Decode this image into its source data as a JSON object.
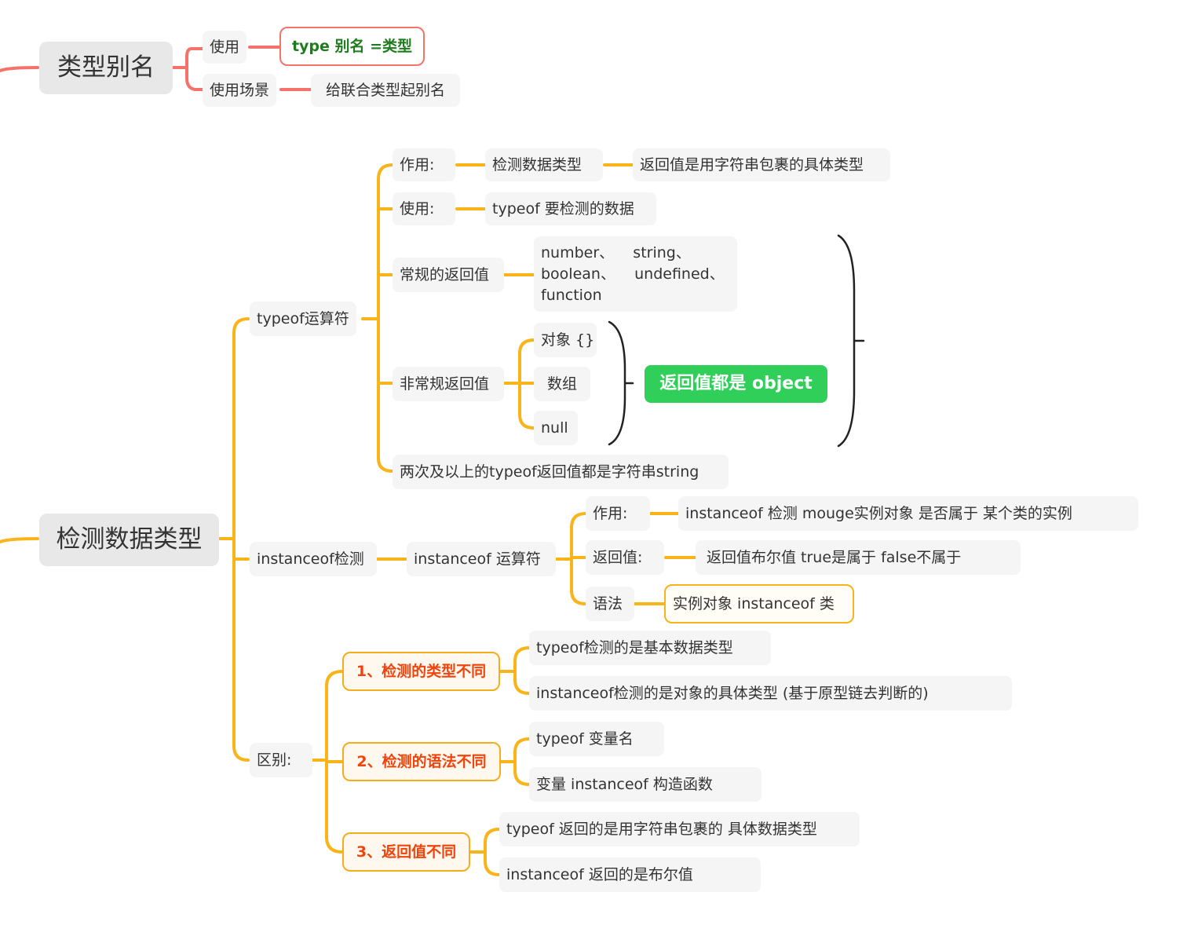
{
  "colors": {
    "alias_branch": "#f4726a",
    "detect_branch": "#f9b41a",
    "green_badge": "#2fcf5a",
    "bracket": "#222222"
  },
  "alias": {
    "root": "类型别名",
    "use_label": "使用",
    "use_value": "type 别名 =类型",
    "scene_label": "使用场景",
    "scene_value": "给联合类型起别名"
  },
  "detect": {
    "root": "检测数据类型",
    "typeof_op": {
      "label": "typeof运算符",
      "role_label": "作用:",
      "role_value": "检测数据类型",
      "role_result": "返回值是用字符串包裹的具体类型",
      "usage_label": "使用:",
      "usage_value": "typeof  要检测的数据",
      "normal_label": "常规的返回值",
      "normal_value": "number、    string、\nboolean、    undefined、\nfunction",
      "abnormal_label": "非常规返回值",
      "abnormal_items": [
        "对象 {}",
        "数组",
        "null"
      ],
      "abnormal_result": "返回值都是 object",
      "twice_note": "两次及以上的typeof返回值都是字符串string"
    },
    "instanceof": {
      "label": "instanceof检测",
      "op_label": "instanceof 运算符",
      "role_label": "作用:",
      "role_value": "instanceof 检测  mouge实例对象 是否属于 某个类的实例",
      "return_label": "返回值:",
      "return_value": "返回值布尔值    true是属于     false不属于",
      "syntax_label": "语法",
      "syntax_value": "实例对象 instanceof 类"
    },
    "diff": {
      "label": "区别:",
      "items": [
        {
          "title": "1、检测的类型不同",
          "a": "typeof检测的是基本数据类型",
          "b": "instanceof检测的是对象的具体类型 (基于原型链去判断的)"
        },
        {
          "title": "2、检测的语法不同",
          "a": "typeof    变量名",
          "b": "变量   instanceof     构造函数"
        },
        {
          "title": "3、返回值不同",
          "a": "typeof 返回的是用字符串包裹的   具体数据类型",
          "b": "instanceof 返回的是布尔值"
        }
      ]
    }
  }
}
